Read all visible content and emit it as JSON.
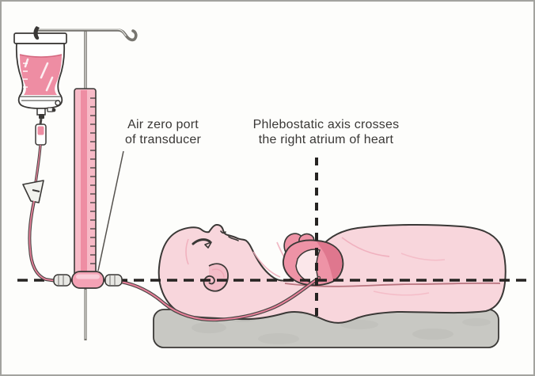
{
  "figure": {
    "type": "medical-illustration",
    "labels": {
      "air_zero_port": {
        "line1": "Air zero port",
        "line2": "of transducer"
      },
      "phlebostatic_axis": {
        "line1": "Phlebostatic axis crosses",
        "line2": "the right atrium of heart"
      }
    },
    "elements": [
      "iv-bag",
      "iv-pole",
      "drip-chamber",
      "roller-clamp",
      "iv-tubing",
      "manometer-column",
      "stopcock-left",
      "transducer",
      "stopcock-right",
      "catheter-tubing",
      "patient-head",
      "patient-body",
      "heart",
      "mattress",
      "phlebostatic-level-dashed-line",
      "phlebostatic-axis-dashed-line",
      "leader-line"
    ],
    "colors": {
      "background": "#fdfdfb",
      "border": "#a3a39f",
      "outline": "#3a3836",
      "text": "#3a3836",
      "skin": "#f8d6dc",
      "skinshade": "#efa9b8",
      "armline": "#b9747f",
      "fluid": "#ee8da3",
      "fluidlight": "#f7bac7",
      "transducer": "#f4a2b5",
      "heart": "#ee93a6",
      "heartdark": "#d96d85",
      "chamber": "#fbe7ea",
      "mattress": "#c8c8c3",
      "mattressdark": "#a9a9a4",
      "metal": "#77756f",
      "metallight": "#e6e6e2",
      "stopcock": "#e8e8e4",
      "dash": "#262422",
      "tubedark": "#4a4644",
      "tubepink": "#e8809a"
    }
  }
}
